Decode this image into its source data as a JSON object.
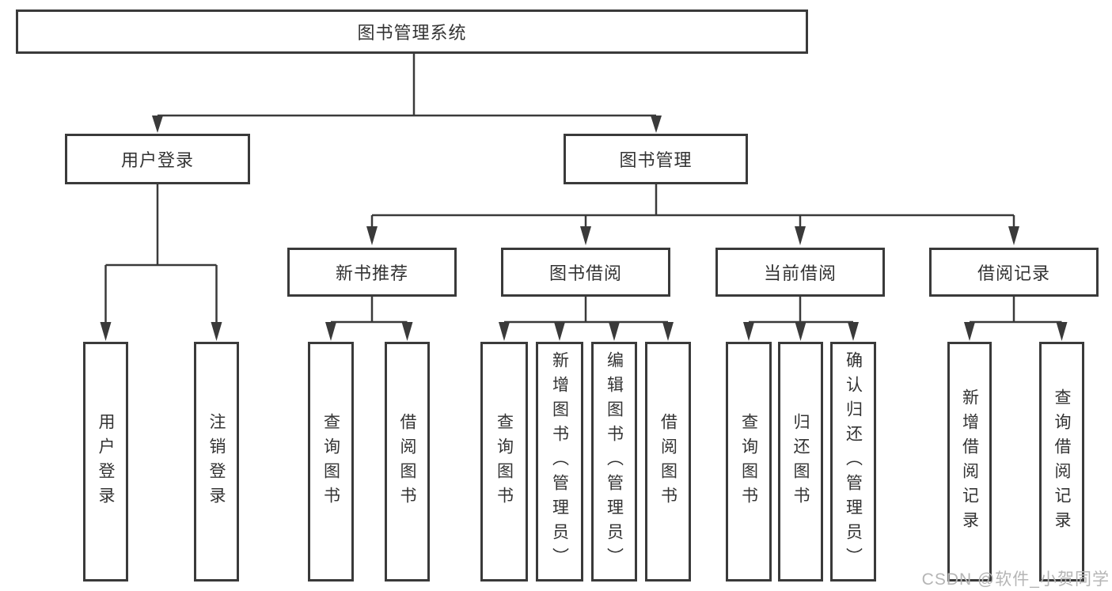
{
  "tree": {
    "root": {
      "label": "图书管理系统",
      "children": [
        {
          "label": "用户登录",
          "children": [
            {
              "label": "用户登录"
            },
            {
              "label": "注销登录"
            }
          ]
        },
        {
          "label": "图书管理",
          "children": [
            {
              "label": "新书推荐",
              "children": [
                {
                  "label": "查询图书"
                },
                {
                  "label": "借阅图书"
                }
              ]
            },
            {
              "label": "图书借阅",
              "children": [
                {
                  "label": "查询图书"
                },
                {
                  "label": "新增图书（管理员）"
                },
                {
                  "label": "编辑图书（管理员）"
                },
                {
                  "label": "借阅图书"
                }
              ]
            },
            {
              "label": "当前借阅",
              "children": [
                {
                  "label": "查询图书"
                },
                {
                  "label": "归还图书"
                },
                {
                  "label": "确认归还（管理员）"
                }
              ]
            },
            {
              "label": "借阅记录",
              "children": [
                {
                  "label": "新增借阅记录"
                },
                {
                  "label": "查询借阅记录"
                }
              ]
            }
          ]
        }
      ]
    }
  },
  "watermark": "CSDN @软件_小贺同学",
  "colors": {
    "line": "#3a3a3a",
    "box_border": "#3a3a3a",
    "text": "#333333",
    "watermark": "#b5b5b5",
    "background": "#ffffff"
  }
}
